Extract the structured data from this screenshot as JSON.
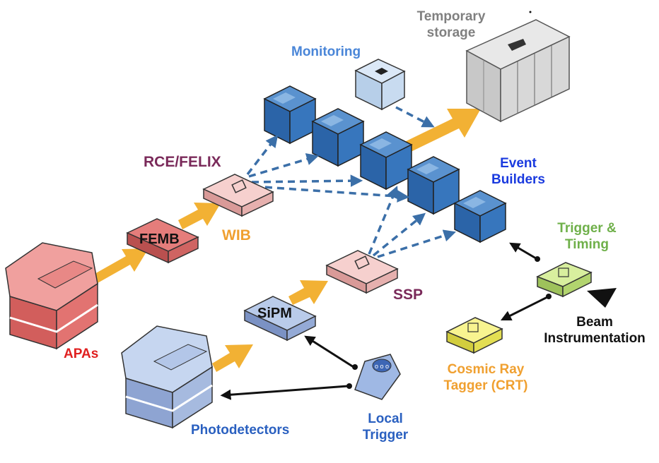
{
  "colors": {
    "arrow_orange": "#f2b134",
    "cube_blue": "#2f6fb5",
    "apa_red": "#e26a6a",
    "photo_blue": "#9db6e0",
    "trigger_green": "#bfe07a",
    "crt_yellow": "#f4f06c",
    "board_pink": "#f3c2c0",
    "storage_gray": "#d6d6d6"
  },
  "labels": {
    "temporary_storage": "Temporary\nstorage",
    "monitoring": "Monitoring",
    "rce_felix": "RCE/FELIX",
    "event_builders": "Event\nBuilders",
    "femb": "FEMB",
    "wib": "WIB",
    "trigger_timing": "Trigger &\nTiming",
    "ssp": "SSP",
    "sipm": "SiPM",
    "beam_instrumentation": "Beam\nInstrumentation",
    "apas": "APAs",
    "cosmic_ray_tagger": "Cosmic Ray\nTagger (CRT)",
    "photodetectors": "Photodetectors",
    "local_trigger": "Local\nTrigger"
  },
  "label_colors": {
    "temporary_storage": "#808080",
    "monitoring": "#4a86d8",
    "rce_felix": "#7a2a5a",
    "event_builders": "#1a3adf",
    "wib": "#f0a030",
    "trigger_timing": "#6fb04a",
    "ssp": "#7a2a5a",
    "beam_instrumentation": "#111111",
    "apas": "#e02020",
    "cosmic_ray_tagger": "#f0a030",
    "photodetectors": "#2a60c0",
    "local_trigger": "#2a60c0"
  }
}
